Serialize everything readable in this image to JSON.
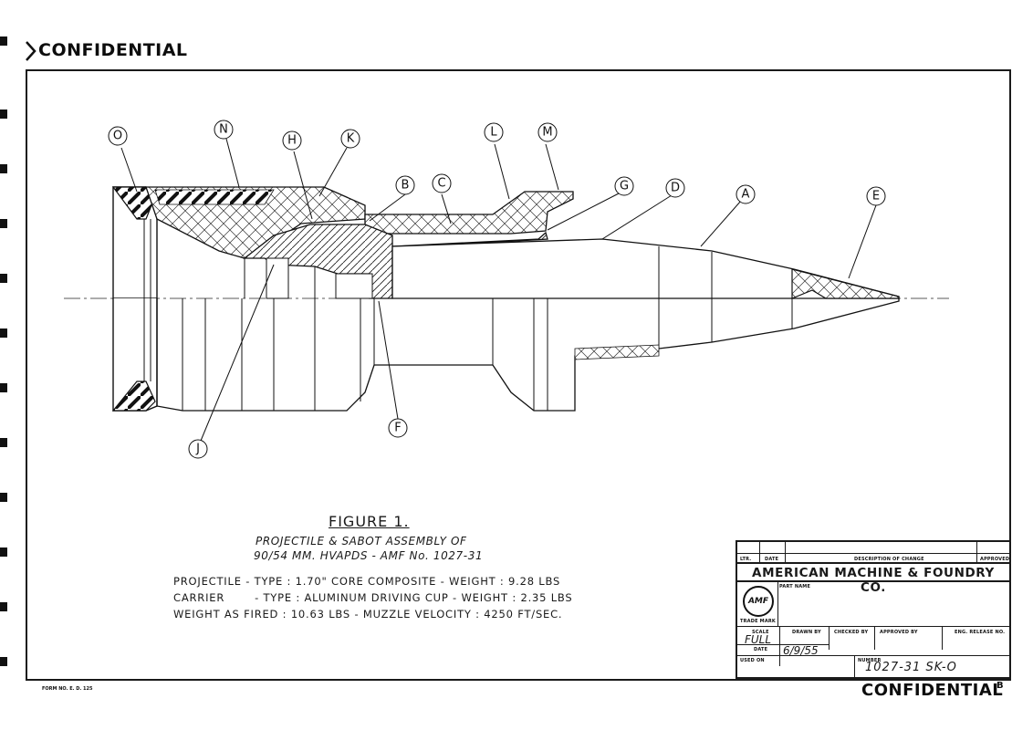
{
  "header_stamp": "CONFIDENTIAL",
  "footer_stamp": "CONFIDENTIAL",
  "revision_letter": "B",
  "form_number": "FORM NO. E. D. 125",
  "figure": {
    "title": "FIGURE 1.",
    "subtitle_line1": "PROJECTILE & SABOT ASSEMBLY OF",
    "subtitle_line2": "90/54 MM. HVAPDS - AMF No. 1027-31"
  },
  "specs": [
    {
      "label": "PROJECTILE",
      "text": "- TYPE : 1.70\" CORE COMPOSITE - WEIGHT : 9.28 LBS"
    },
    {
      "label": "CARRIER",
      "text": "- TYPE : ALUMINUM DRIVING CUP - WEIGHT : 2.35 LBS"
    },
    {
      "label": "WEIGHT AS FIRED :",
      "text": "10.63 LBS  -  MUZZLE VELOCITY : 4250 FT/SEC."
    }
  ],
  "callouts": [
    "O",
    "N",
    "H",
    "K",
    "B",
    "C",
    "L",
    "M",
    "G",
    "D",
    "A",
    "E",
    "J",
    "F"
  ],
  "title_block": {
    "ltr": "LTR.",
    "date": "DATE",
    "description_of_change": "DESCRIPTION OF CHANGE",
    "approved": "APPROVED",
    "company": "AMERICAN MACHINE & FOUNDRY CO.",
    "part_name": "PART NAME",
    "trade_mark": "TRADE MARK",
    "logo": "AMF",
    "scale_label": "SCALE",
    "scale_value": "FULL",
    "drawn_by": "DRAWN BY",
    "checked_by": "CHECKED BY",
    "approved_by": "APPROVED BY",
    "eng_release": "ENG. RELEASE NO.",
    "date_label": "DATE",
    "date_value": "6/9/55",
    "used_on": "USED ON",
    "number_label": "NUMBER",
    "number_value": "1027-31  SK-O"
  }
}
